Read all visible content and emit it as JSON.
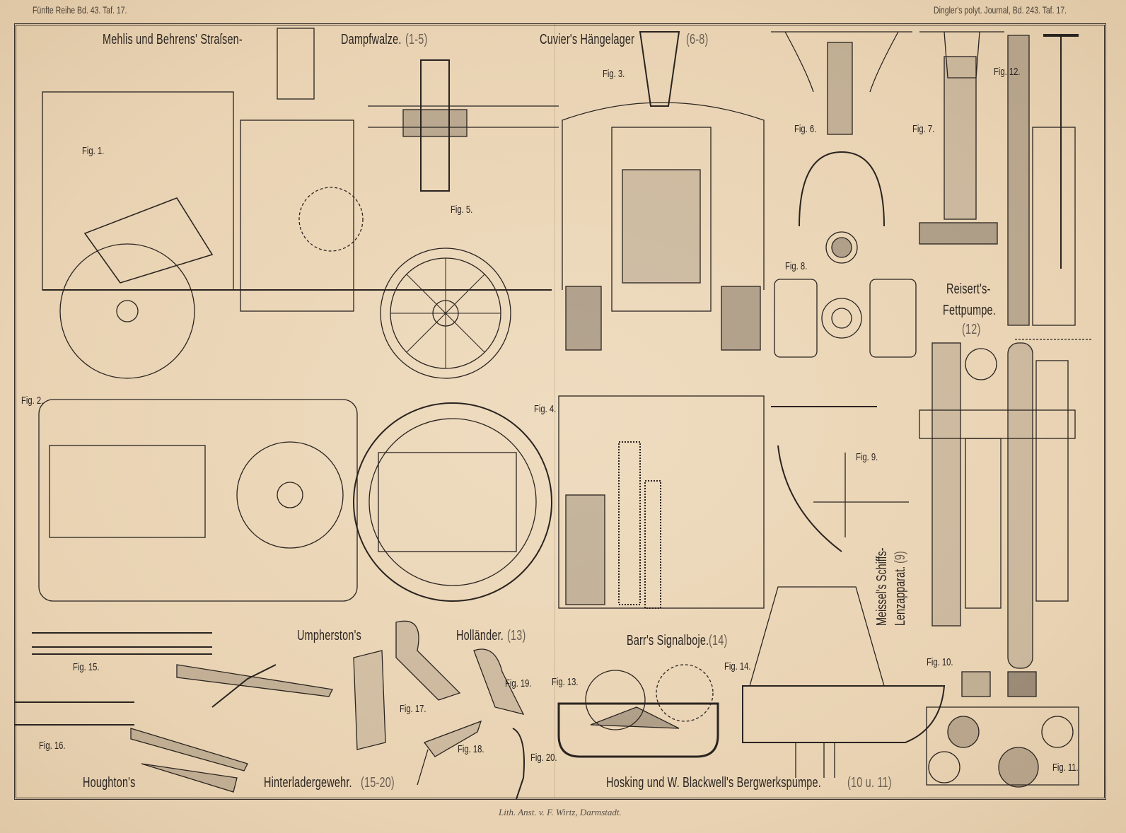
{
  "header": {
    "left": "Fünfte Reihe Bd. 43. Taf. 17.",
    "right": "Dingler's polyt. Journal, Bd. 243. Taf. 17."
  },
  "titles": {
    "steamroller_a": "Mehlis und Behrens' Straſsen-",
    "steamroller_b": "Dampfwalze.",
    "steamroller_range": "(1-5)",
    "hanger": "Cuvier's Hängelager",
    "hanger_range": "(6-8)",
    "grease_a": "Reisert's-",
    "grease_b": "Fettpumpe.",
    "grease_range": "(12)",
    "bilge_a": "Meissel's Schiffs-",
    "bilge_b": "Lenzapparat.",
    "bilge_range": "(9)",
    "buoy": "Barr's Signalboje.",
    "buoy_range": "(14)",
    "umpherston": "Umpherston's",
    "hollander": "Holländer.",
    "hollander_range": "(13)",
    "houghton": "Houghton's",
    "rifle": "Hinterladergewehr.",
    "rifle_range": "(15-20)",
    "pump": "Hosking und W. Blackwell's Bergwerkspumpe.",
    "pump_range": "(10 u. 11)"
  },
  "figures": {
    "f1": "Fig. 1.",
    "f2": "Fig. 2.",
    "f3": "Fig. 3.",
    "f4": "Fig. 4.",
    "f5": "Fig. 5.",
    "f6": "Fig. 6.",
    "f7": "Fig. 7.",
    "f8": "Fig. 8.",
    "f9": "Fig. 9.",
    "f10": "Fig. 10.",
    "f11": "Fig. 11.",
    "f12": "Fig. 12.",
    "f13": "Fig. 13.",
    "f14": "Fig. 14.",
    "f15": "Fig. 15.",
    "f16": "Fig. 16.",
    "f17": "Fig. 17.",
    "f18": "Fig. 18.",
    "f19": "Fig. 19.",
    "f20": "Fig. 20."
  },
  "imprint": "Lith. Anst. v. F. Wirtz, Darmstadt."
}
